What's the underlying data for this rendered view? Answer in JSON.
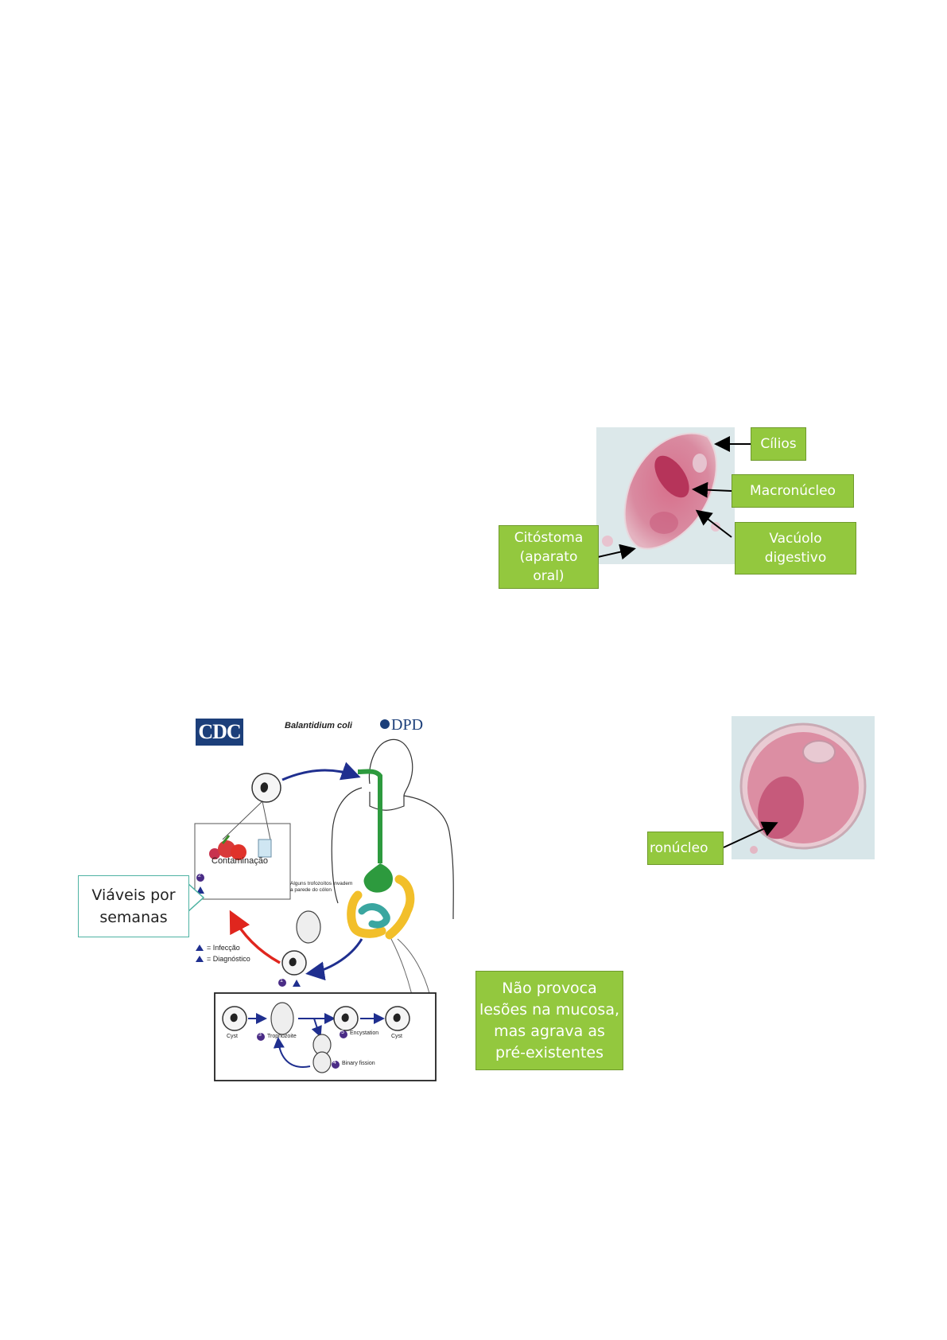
{
  "trophozoite_labels": {
    "cilios": "Cílios",
    "macronucleo": "Macronúcleo",
    "vacuolo_l1": "Vacúolo",
    "vacuolo_l2": "digestivo",
    "citostoma_l1": "Citóstoma",
    "citostoma_l2": "(aparato",
    "citostoma_l3": "oral)"
  },
  "cyst_labels": {
    "macronucleo_partial": "ronúcleo"
  },
  "lifecycle": {
    "logo_left": "CDC",
    "title": "Balantidium coli",
    "logo_right": "DPD",
    "contamination": "Contaminação",
    "invasion_l1": "Alguns trofozoítos invadem",
    "invasion_l2": "a parede do cólon",
    "legend_infection": "= Infecção",
    "legend_diagnostic": "= Diagnóstico",
    "step_numbers": [
      "1",
      "2",
      "3",
      "4",
      "5"
    ],
    "inset_cyst_left": "Cyst",
    "inset_trophozoite": "Trophozoite",
    "inset_encystation": "Encystation",
    "inset_cyst_right": "Cyst",
    "inset_binary_fission": "Binary fission"
  },
  "callout_viable": {
    "l1": "Viáveis por",
    "l2": "semanas"
  },
  "note_mucosa": {
    "l1": "Não provoca",
    "l2": "lesões na mucosa,",
    "l3": "mas agrava as",
    "l4": "pré-existentes"
  },
  "colors": {
    "label_green": "#93c83e",
    "cdc_blue": "#1c3f7a",
    "arrow_blue": "#1f2f8f",
    "arrow_red": "#e0261e",
    "gut_green": "#2d9a3e",
    "gut_yellow": "#f2bf2a",
    "gut_teal": "#3aa6a0",
    "stain_pink": "#c9587a"
  }
}
